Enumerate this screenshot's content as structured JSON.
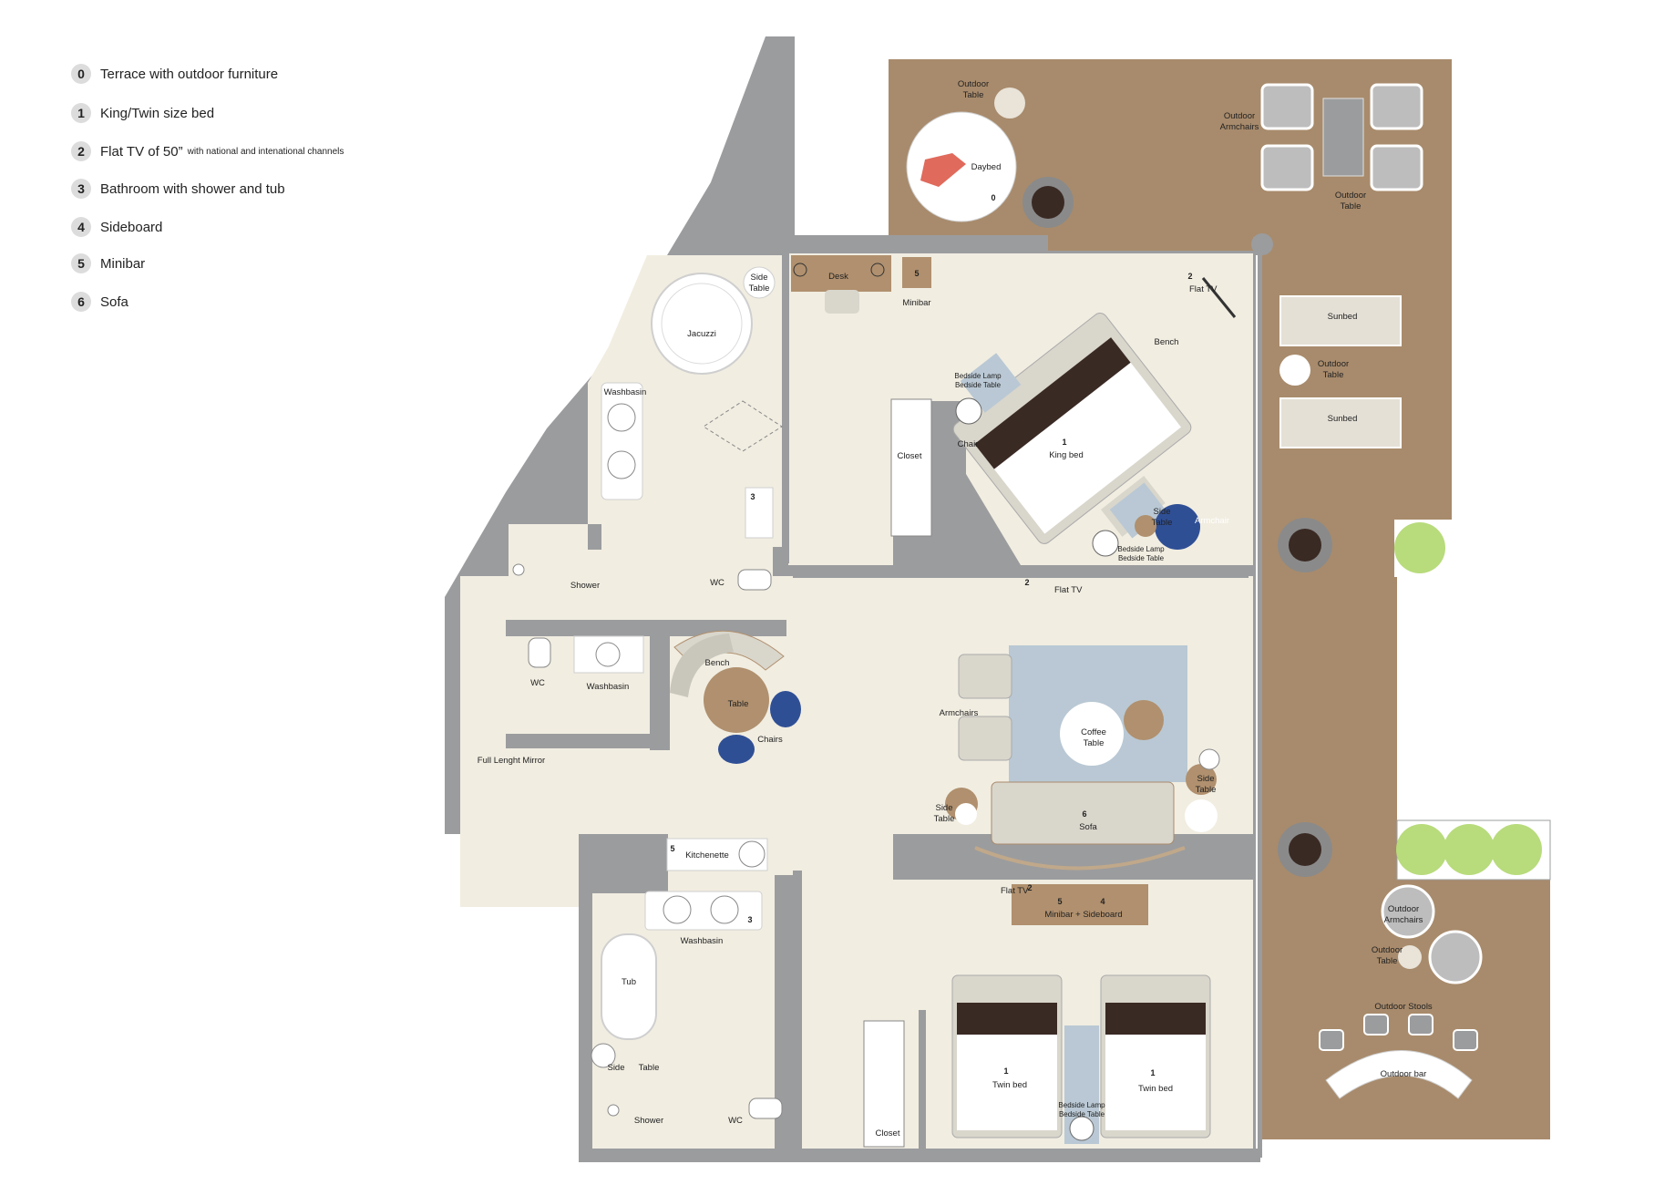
{
  "legend": [
    {
      "num": "0",
      "label": "Terrace with outdoor furniture",
      "sub": ""
    },
    {
      "num": "1",
      "label": "King/Twin size bed",
      "sub": ""
    },
    {
      "num": "2",
      "label": "Flat TV of 50”",
      "sub": "with national and intenational channels"
    },
    {
      "num": "3",
      "label": "Bathroom with shower and tub",
      "sub": ""
    },
    {
      "num": "4",
      "label": "Sideboard",
      "sub": ""
    },
    {
      "num": "5",
      "label": "Minibar",
      "sub": ""
    },
    {
      "num": "6",
      "label": "Sofa",
      "sub": ""
    }
  ],
  "labels": {
    "outdoor_table": "Outdoor",
    "outdoor_table_2": "Table",
    "daybed": "Daybed",
    "outdoor_armchairs_1": "Outdoor",
    "outdoor_armchairs_2": "Armchairs",
    "outdoor_table_b1": "Outdoor",
    "outdoor_table_b2": "Table",
    "desk": "Desk",
    "minibar": "Minibar",
    "side_table_1": "Side",
    "side_table_2": "Table",
    "jacuzzi": "Jacuzzi",
    "flat_tv_top": "Flat TV",
    "bench": "Bench",
    "sunbed": "Sunbed",
    "bedside_lamp": "Bedside Lamp",
    "bedside_table": "Bedside Table",
    "washbasin": "Washbasin",
    "chair": "Chair",
    "closet": "Closet",
    "king_bed": "King bed",
    "armchair": "Armchair",
    "shower": "Shower",
    "wc": "WC",
    "flat_tv": "Flat TV",
    "table": "Table",
    "chairs": "Chairs",
    "armchairs": "Armchairs",
    "coffee_1": "Coffee",
    "coffee_2": "Table",
    "full_mirror": "Full Lenght Mirror",
    "sofa": "Sofa",
    "kitchenette": "Kitchenette",
    "minibar_sideboard": "Minibar + Sideboard",
    "tub": "Tub",
    "twin_bed": "Twin bed",
    "outdoor_stools": "Outdoor Stools",
    "outdoor_bar": "Outdoor bar"
  },
  "numbers": {
    "n0": "0",
    "n1": "1",
    "n2": "2",
    "n3": "3",
    "n4": "4",
    "n5": "5",
    "n6": "6"
  },
  "colors": {
    "wall": "#9b9c9e",
    "floor": "#f1ede1",
    "terrace": "#a88b6c",
    "rug": "#b9c8d4",
    "furniture": "#d9d6cc",
    "wood": "#b0906e",
    "dark": "#3a2a24",
    "navy": "#2f4f95",
    "red": "#e06a5c",
    "plant": "#b8db7c"
  }
}
